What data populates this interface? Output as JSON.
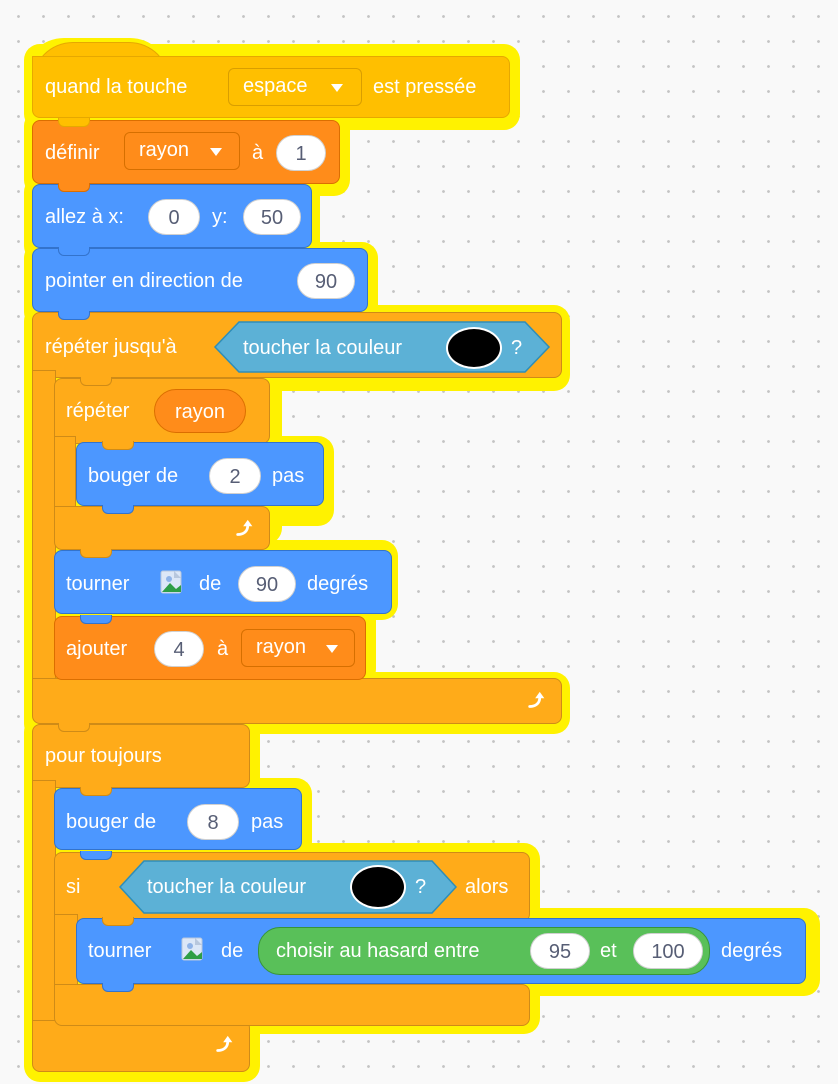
{
  "script": {
    "hat": {
      "before": "quand la touche",
      "key": "espace",
      "after": "est pressée"
    },
    "set_var": {
      "label": "définir",
      "variable": "rayon",
      "to": "à",
      "value": "1"
    },
    "goto": {
      "label": "allez à x:",
      "x": "0",
      "y_label": "y:",
      "y": "50"
    },
    "point": {
      "label": "pointer en direction de",
      "value": "90"
    },
    "repeat_until": {
      "label": "répéter jusqu'à",
      "condition": "toucher la couleur",
      "question": "?",
      "color": "#000000"
    },
    "inner_repeat": {
      "label": "répéter",
      "times": "rayon"
    },
    "move1": {
      "label": "bouger de",
      "steps": "2",
      "unit": "pas"
    },
    "turn1": {
      "label": "tourner",
      "of": "de",
      "value": "90",
      "unit": "degrés"
    },
    "change_var": {
      "label": "ajouter",
      "value": "4",
      "to": "à",
      "variable": "rayon"
    },
    "forever": {
      "label": "pour toujours"
    },
    "move2": {
      "label": "bouger de",
      "steps": "8",
      "unit": "pas"
    },
    "if_block": {
      "label": "si",
      "condition": "toucher la couleur",
      "question": "?",
      "then": "alors",
      "color": "#000000"
    },
    "turn2": {
      "label": "tourner",
      "of": "de",
      "random": "choisir au hasard entre",
      "from": "95",
      "and": "et",
      "to": "100",
      "unit": "degrés"
    }
  },
  "icons": {
    "dropdown": "caret-down-icon",
    "loop": "loop-arrow-icon",
    "turn_direction": "turn-image-icon"
  },
  "colors": {
    "events": "#ffbf00",
    "variables": "#ff8c1a",
    "motion": "#4c97ff",
    "control": "#ffab19",
    "sensing": "#5cb1d6",
    "operators": "#59c059",
    "highlight": "#fff200"
  }
}
